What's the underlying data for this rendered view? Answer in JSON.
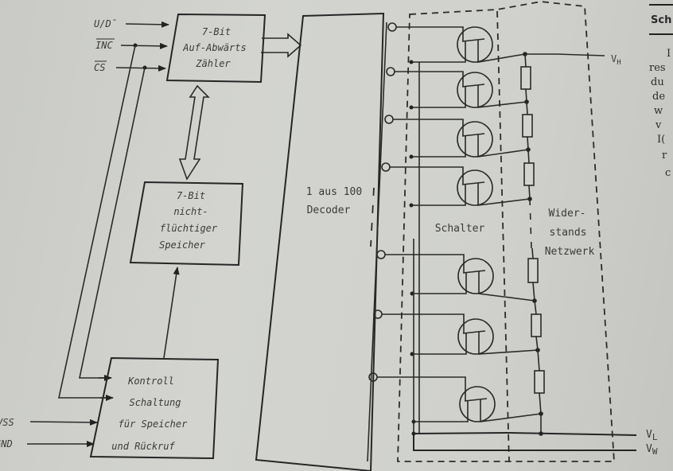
{
  "diagram": {
    "inputs": {
      "ud": "U/D̄",
      "inc": "INC",
      "cs": "CS",
      "vss": "VSS",
      "gnd": "GND"
    },
    "counter_block": {
      "line1": "7-Bit",
      "line2": "Auf-Abwärts",
      "line3": "Zähler"
    },
    "memory_block": {
      "line1": "7-Bit",
      "line2": "nicht-",
      "line3": "flüchtiger",
      "line4": "Speicher"
    },
    "control_block": {
      "line1": "Kontroll",
      "line2": "Schaltung",
      "line3": "für Speicher",
      "line4": "und Rückruf"
    },
    "decoder_block": {
      "line1": "1 aus 100",
      "line2": "Decoder"
    },
    "switch_section_label": "Schalter",
    "resistor_section_label": {
      "line1": "Wider-",
      "line2": "stands",
      "line3": "Netzwerk"
    },
    "outputs": {
      "vh": "V",
      "vh_sub": "H",
      "vl": "V",
      "vl_sub": "L",
      "vw": "V",
      "vw_sub": "W"
    }
  },
  "page_text": {
    "heading": "Sch",
    "lines": [
      "I",
      "res",
      "du",
      "de",
      "w",
      "v",
      "I(",
      "r",
      "c"
    ]
  }
}
